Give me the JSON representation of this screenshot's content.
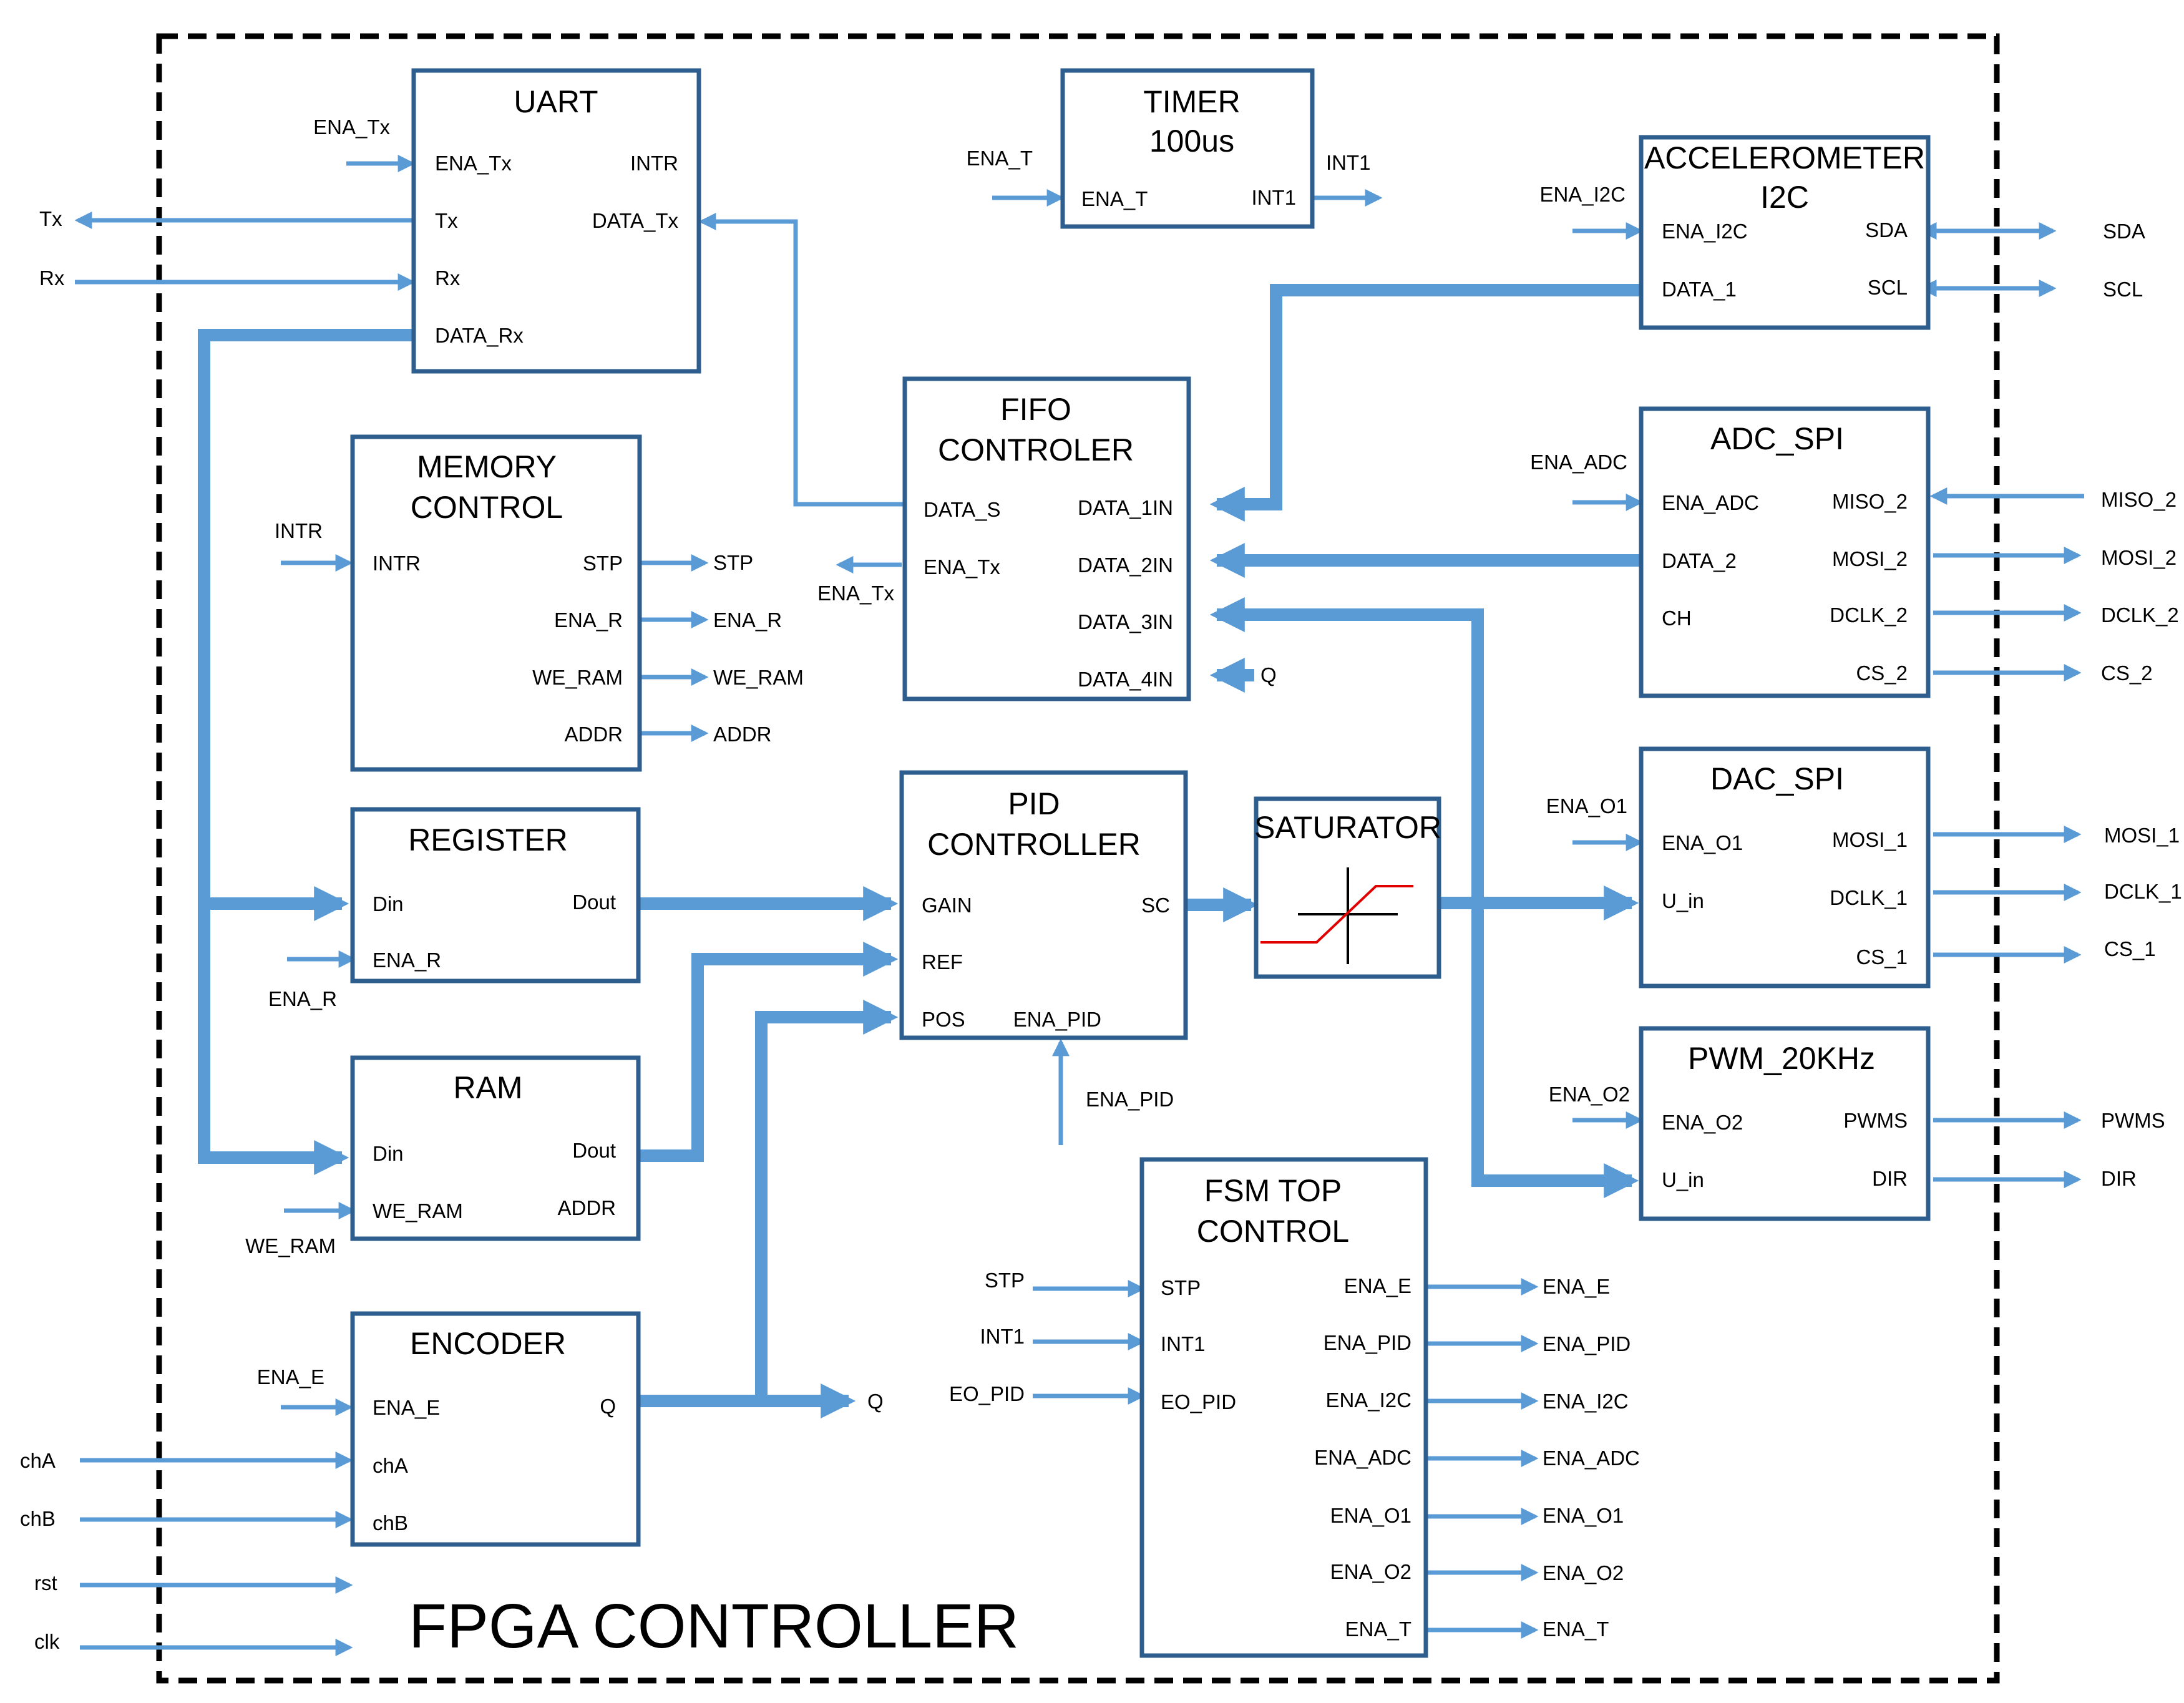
{
  "colors": {
    "block_border": "#2e5e8e",
    "signal": "#5b9bd5",
    "frame": "#000000",
    "saturator_curve": "#e00000"
  },
  "diagram_title": "FPGA CONTROLLER",
  "blocks": {
    "uart": {
      "title": [
        "UART"
      ],
      "in": [
        "ENA_Tx",
        "Tx",
        "Rx",
        "DATA_Rx"
      ],
      "out": [
        "INTR",
        "DATA_Tx"
      ]
    },
    "timer": {
      "title": [
        "TIMER",
        "100us"
      ],
      "in": [
        "ENA_T"
      ],
      "out": [
        "INT1"
      ]
    },
    "accel": {
      "title": [
        "ACCELEROMETER",
        "I2C"
      ],
      "in": [
        "ENA_I2C",
        "DATA_1"
      ],
      "out": [
        "SDA",
        "SCL"
      ]
    },
    "memctl": {
      "title": [
        "MEMORY",
        "CONTROL"
      ],
      "in": [
        "INTR"
      ],
      "out": [
        "STP",
        "ENA_R",
        "WE_RAM",
        "ADDR"
      ]
    },
    "fifo": {
      "title": [
        "FIFO",
        "CONTROLER"
      ],
      "in": [
        "DATA_S",
        "ENA_Tx"
      ],
      "out": [
        "DATA_1IN",
        "DATA_2IN",
        "DATA_3IN",
        "DATA_4IN"
      ]
    },
    "adc": {
      "title": [
        "ADC_SPI"
      ],
      "in": [
        "ENA_ADC",
        "DATA_2",
        "CH"
      ],
      "out": [
        "MISO_2",
        "MOSI_2",
        "DCLK_2",
        "CS_2"
      ]
    },
    "register": {
      "title": [
        "REGISTER"
      ],
      "in": [
        "Din",
        "ENA_R"
      ],
      "out": [
        "Dout"
      ]
    },
    "pid": {
      "title": [
        "PID",
        "CONTROLLER"
      ],
      "in": [
        "GAIN",
        "REF",
        "POS"
      ],
      "out": [
        "SC",
        "ENA_PID"
      ]
    },
    "saturator": {
      "title": [
        "SATURATOR"
      ]
    },
    "dac": {
      "title": [
        "DAC_SPI"
      ],
      "in": [
        "ENA_O1",
        "U_in"
      ],
      "out": [
        "MOSI_1",
        "DCLK_1",
        "CS_1"
      ]
    },
    "pwm": {
      "title": [
        "PWM_20KHz"
      ],
      "in": [
        "ENA_O2",
        "U_in"
      ],
      "out": [
        "PWMS",
        "DIR"
      ]
    },
    "ram": {
      "title": [
        "RAM"
      ],
      "in": [
        "Din",
        "WE_RAM"
      ],
      "out": [
        "Dout",
        "ADDR"
      ]
    },
    "fsm": {
      "title": [
        "FSM TOP",
        "CONTROL"
      ],
      "in": [
        "STP",
        "INT1",
        "EO_PID"
      ],
      "out": [
        "ENA_E",
        "ENA_PID",
        "ENA_I2C",
        "ENA_ADC",
        "ENA_O1",
        "ENA_O2",
        "ENA_T"
      ]
    },
    "encoder": {
      "title": [
        "ENCODER"
      ],
      "in": [
        "ENA_E",
        "chA",
        "chB"
      ],
      "out": [
        "Q"
      ]
    }
  },
  "signals": {
    "uart_ena_tx": "ENA_Tx",
    "tx": "Tx",
    "rx": "Rx",
    "timer_ena_t": "ENA_T",
    "timer_int1": "INT1",
    "accel_ena_i2c": "ENA_I2C",
    "sda": "SDA",
    "scl": "SCL",
    "mem_intr": "INTR",
    "mem_stp": "STP",
    "mem_ena_r": "ENA_R",
    "mem_we_ram": "WE_RAM",
    "mem_addr": "ADDR",
    "fifo_ena_tx": "ENA_Tx",
    "fifo_q": "Q",
    "adc_ena_adc": "ENA_ADC",
    "miso_2": "MISO_2",
    "mosi_2": "MOSI_2",
    "dclk_2": "DCLK_2",
    "cs_2": "CS_2",
    "reg_ena_r": "ENA_R",
    "pid_ena_pid": "ENA_PID",
    "dac_ena_o1": "ENA_O1",
    "mosi_1": "MOSI_1",
    "dclk_1": "DCLK_1",
    "cs_1": "CS_1",
    "pwm_ena_o2": "ENA_O2",
    "pwms": "PWMS",
    "dir": "DIR",
    "ram_we_ram": "WE_RAM",
    "enc_ena_e": "ENA_E",
    "enc_q": "Q",
    "cha": "chA",
    "chb": "chB",
    "rst": "rst",
    "clk": "clk",
    "fsm_stp": "STP",
    "fsm_int1": "INT1",
    "fsm_eo_pid": "EO_PID",
    "fsm_out": [
      "ENA_E",
      "ENA_PID",
      "ENA_I2C",
      "ENA_ADC",
      "ENA_O1",
      "ENA_O2",
      "ENA_T"
    ]
  }
}
